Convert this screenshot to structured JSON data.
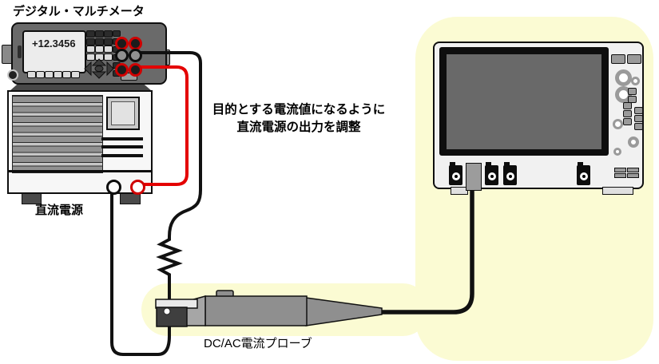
{
  "multimeter": {
    "label": "デジタル・マルチメータ",
    "display_value": "+12.3456"
  },
  "power_supply": {
    "label": "直流電源"
  },
  "probe": {
    "label": "DC/AC電流プローブ"
  },
  "annotation": {
    "line1": "目的とする電流値になるように",
    "line2": "直流電源の出力を調整"
  },
  "colors": {
    "highlight": "#FBFBD3",
    "wire_red": "#E40000",
    "wire_black": "#111111",
    "device_gray": "#6A6A6A",
    "probe_gray": "#8F8F8F"
  }
}
